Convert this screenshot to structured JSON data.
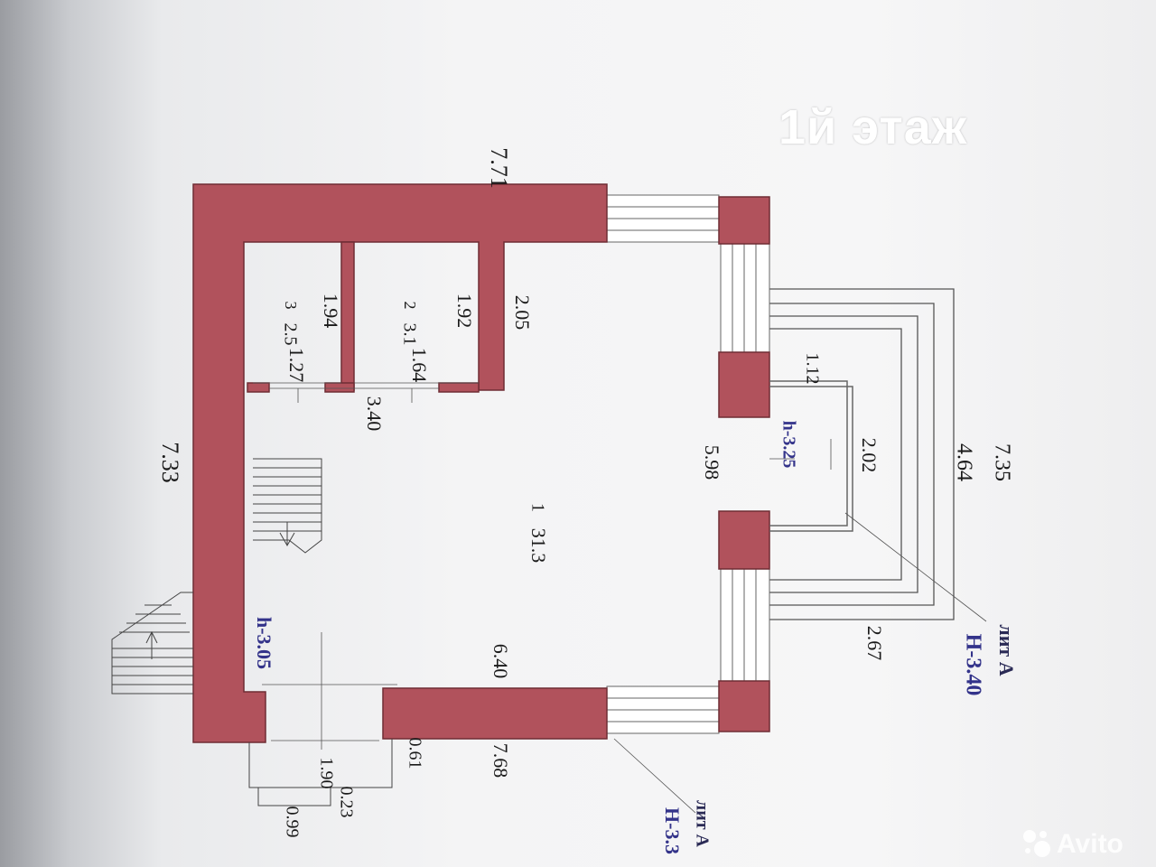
{
  "title": "1й этаж",
  "watermark": "Avito",
  "colors": {
    "wall": "#b1525c",
    "wall_stroke": "#6f2d34",
    "text": "#1a1a1a",
    "label_blue": "#33338a",
    "line": "#555555"
  },
  "dimensions": {
    "top": "7.71",
    "left": "7.33",
    "right_outer": "7.35",
    "porch_depth": "4.64",
    "room3_height": "1.94",
    "room2_height": "1.92",
    "partition": "2.05",
    "room3_width": "1.27",
    "room2_width": "1.64",
    "corridor": "3.40",
    "porch_width": "1.12",
    "porch_height": "2.02",
    "inner_height": "5.98",
    "porch_base": "2.67",
    "inner_width": "6.40",
    "bottom": "7.68",
    "step_width": "1.90",
    "step_depth": "0.61",
    "step2_width": "0.99",
    "step2_depth": "0.23"
  },
  "rooms": [
    {
      "number": "1",
      "area": "31.3"
    },
    {
      "number": "2",
      "area": "3.1"
    },
    {
      "number": "3",
      "area": "2.5"
    }
  ],
  "heights": {
    "main": "h-3.05",
    "porch": "h-3.25"
  },
  "labels": {
    "lit_a_right": "лит А",
    "h_right": "H-3.40",
    "lit_a_bottom": "лит А",
    "h_bottom": "H-3.3"
  }
}
